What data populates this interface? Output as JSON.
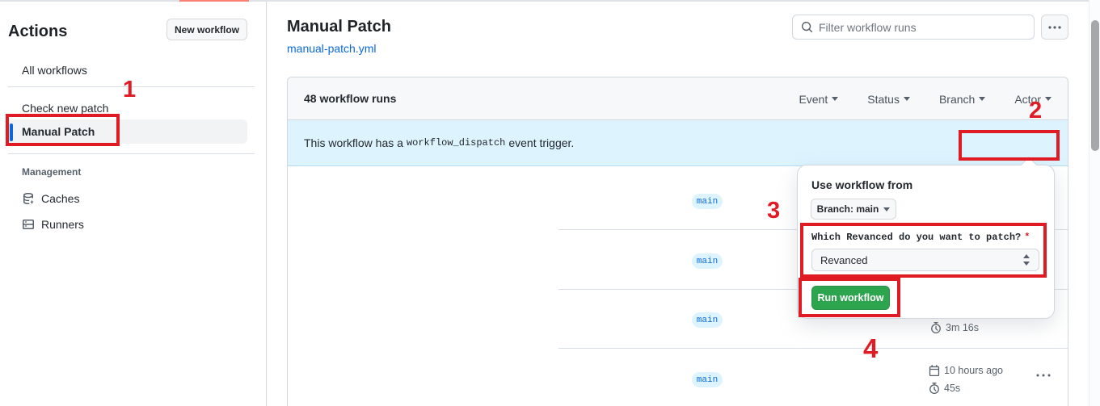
{
  "annotations": {
    "steps": [
      "1",
      "2",
      "3",
      "4"
    ]
  },
  "sidebar": {
    "title": "Actions",
    "new_workflow_button": "New workflow",
    "all_workflows": "All workflows",
    "workflows": [
      "Check new patch",
      "Manual Patch"
    ],
    "management_heading": "Management",
    "caches_label": "Caches",
    "runners_label": "Runners"
  },
  "header": {
    "title": "Manual Patch",
    "file_link": "manual-patch.yml",
    "filter_placeholder": "Filter workflow runs"
  },
  "table": {
    "count": "48 workflow runs",
    "filters": [
      "Event",
      "Status",
      "Branch",
      "Actor"
    ],
    "banner_text_prefix": "This workflow has a",
    "banner_code": "workflow_dispatch",
    "banner_text_suffix": "event trigger.",
    "run_workflow_label": "Run workflow",
    "rows": [
      {
        "branch": "main"
      },
      {
        "branch": "main"
      },
      {
        "branch": "main",
        "duration": "3m 16s"
      },
      {
        "branch": "main",
        "date": "10 hours ago",
        "duration": "45s"
      }
    ]
  },
  "dialog": {
    "heading": "Use workflow from",
    "branch_button": "Branch: main",
    "input_label": "Which Revanced do you want to patch?",
    "required_marker": "*",
    "input_value": "Revanced",
    "run_button": "Run workflow"
  },
  "colors": {
    "annotation_red": "#e01b24",
    "accent_blue": "#0969da",
    "button_green": "#2da44e",
    "banner_blue": "#ddf4ff",
    "top_bar_salmon": "#fa8072"
  }
}
